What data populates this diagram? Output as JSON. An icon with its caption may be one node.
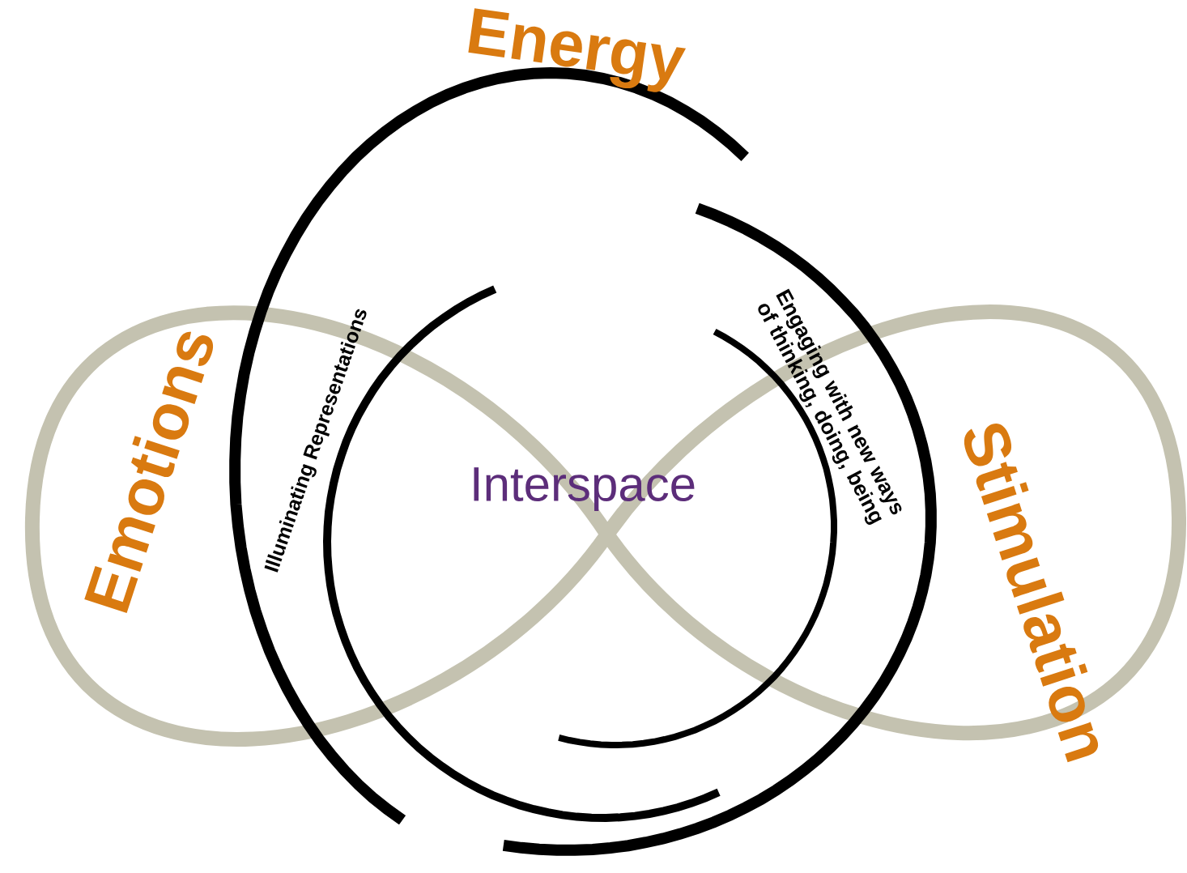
{
  "diagram": {
    "labels": [
      "Energy",
      "Emotions",
      "Illuminating Representations",
      "Engaging with new ways of thinking, doing, being",
      "Interspace",
      "Stimulation"
    ]
  }
}
